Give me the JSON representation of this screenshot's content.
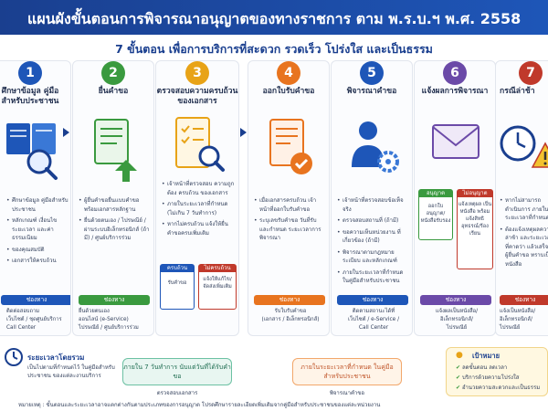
{
  "header": {
    "title": "แผนผังขั้นตอนการพิจารณาอนุญาตของทางราชการ ตาม พ.ร.บ.ฯ พ.ศ. 2558",
    "subtitle": "7 ขั้นตอน เพื่อการบริการที่สะดวก รวดเร็ว โปร่งใส และเป็นธรรม"
  },
  "colors": {
    "navy": "#1a3f8f",
    "step1": "#1e56b8",
    "step2": "#3a9a3f",
    "step3": "#e8a317",
    "step4": "#e8741f",
    "step5": "#1e56b8",
    "step6": "#6b4aa8",
    "step7": "#c0392b"
  },
  "steps": [
    {
      "number": "1",
      "title": "ศึกษาข้อมูล คู่มือสำหรับประชาชน",
      "icon": "book-search-icon",
      "bullets": [
        "ศึกษาข้อมูล คู่มือสำหรับประชาชน",
        "หลักเกณฑ์ เงื่อนไข ระยะเวลา และค่าธรรมเนียม",
        "ของคุณสมบัติ",
        "เอกสารให้ครบถ้วน"
      ],
      "channel_label": "ช่องทาง",
      "channel_lines": [
        "ติดต่อสอบถาม",
        "เว็บไซต์ / ชุดศูนย์บริการ",
        "Call Center"
      ]
    },
    {
      "number": "2",
      "title": "ยื่นคำขอ",
      "icon": "document-upload-icon",
      "bullets": [
        "ผู้ยื่นคำขอยื่นแบบคำขอ พร้อมเอกสารหลักฐาน",
        "ยื่นด้วยตนเอง / ไปรษณีย์ / ผ่านระบบอิเล็กทรอนิกส์ (ถ้ามี) / ศูนย์บริการร่วม"
      ],
      "channel_label": "ช่องทาง",
      "channel_lines": [
        "ยื่นด้วยตนเอง",
        "ออนไลน์ (e-Service)",
        "ไปรษณีย์ / ศูนย์บริการร่วม"
      ]
    },
    {
      "number": "3",
      "title": "ตรวจสอบความครบถ้วน ของเอกสาร",
      "icon": "checklist-magnifier-icon",
      "bullets": [
        "เจ้าหน้าที่ตรวจสอบ ความถูกต้อง ครบถ้วน ของเอกสาร",
        "ภายในระยะเวลาที่กำหนด (ไม่เกิน 7 วันทำการ)",
        "หากไม่ครบถ้วน แจ้งให้ยื่นคำขอครบเพิ่มเติม"
      ],
      "branch_ok": "ครบถ้วน",
      "branch_ok_note": "รับคำขอ",
      "branch_no": "ไม่ครบถ้วน",
      "branch_no_note": "แจ้งให้แก้ไข/ จัดส่งเพิ่มเติม"
    },
    {
      "number": "4",
      "title": "ออกใบรับคำขอ",
      "icon": "receipt-check-icon",
      "bullets": [
        "เมื่อเอกสารครบถ้วน เจ้าหน้าที่ออกใบรับคำขอ",
        "ระบุเลขรับคำขอ วันที่รับ และกำหนด ระยะเวลาการพิจารณา"
      ],
      "channel_label": "ช่องทาง",
      "channel_lines": [
        "รับใบรับคำขอ",
        "(เอกสาร / อิเล็กทรอนิกส์)"
      ]
    },
    {
      "number": "5",
      "title": "พิจารณาคำขอ",
      "icon": "officer-gear-icon",
      "bullets": [
        "เจ้าหน้าที่ตรวจสอบข้อเท็จจริง",
        "ตรวจสอบสถานที่ (ถ้ามี)",
        "ขอความเห็นหน่วยงาน ที่เกี่ยวข้อง (ถ้ามี)",
        "พิจารณาตามกฎหมาย ระเบียบ และหลักเกณฑ์",
        "ภายในระยะเวลาที่กำหนด ในคู่มือสำหรับประชาชน"
      ],
      "channel_label": "ช่องทาง",
      "channel_lines": [
        "ติดตามสถานะได้ที่",
        "เว็บไซต์ / e-Service /",
        "Call Center"
      ]
    },
    {
      "number": "6",
      "title": "แจ้งผลการพิจารณา",
      "icon": "envelope-icon",
      "branch_ok": "อนุญาต",
      "branch_ok_note": "ออกใบอนุญาต/ หนังสือรับรอง",
      "branch_no": "ไม่อนุญาต",
      "branch_no_note": "แจ้งเหตุผล เป็นหนังสือ พร้อมแจ้งสิทธิ อุทธรณ์/ร้องเรียน",
      "channel_label": "ช่องทาง",
      "channel_lines": [
        "แจ้งผลเป็นหนังสือ/",
        "อิเล็กทรอนิกส์/",
        "ไปรษณีย์"
      ]
    },
    {
      "number": "7",
      "title": "กรณีล่าช้า",
      "icon": "warning-icon",
      "bullets": [
        "หากไม่สามารถดำเนินการ ภายในระยะเวลาที่กำหนด",
        "ต้องแจ้งเหตุผลความล่าช้า และระยะเวลาที่คาดว่า แล้วเสร็จให้ผู้ยื่นคำขอ ทราบเป็นหนังสือ"
      ],
      "channel_label": "ช่องทาง",
      "channel_lines": [
        "แจ้งเป็นหนังสือ/",
        "อิเล็กทรอนิกส์/",
        "ไปรษณีย์"
      ]
    }
  ],
  "timeline": {
    "label": "ระยะเวลาโดยรวม",
    "desc": "เป็นไปตามที่กำหนดไว้ ในคู่มือสำหรับประชาชน ของแต่ละงานบริการ",
    "box1": "ภายใน 7 วันทำการ นับแต่วันที่ได้รับคำขอ",
    "box1_caption": "ตรวจสอบเอกสาร",
    "box2": "ภายในระยะเวลาที่กำหนด ในคู่มือสำหรับประชาชน",
    "box2_caption": "พิจารณาคำขอ"
  },
  "goals": {
    "title": "เป้าหมาย",
    "items": [
      "ลดขั้นตอน ลดเวลา",
      "บริการด้วยความโปร่งใส",
      "อำนวยความสะดวกและเป็นธรรม"
    ]
  },
  "footnote": "หมายเหตุ : ขั้นตอนและระยะเวลาอาจแตกต่างกันตามประเภทของการอนุญาต โปรดศึกษารายละเอียดเพิ่มเติมจากคู่มือสำหรับประชาชนของแต่ละหน่วยงาน"
}
